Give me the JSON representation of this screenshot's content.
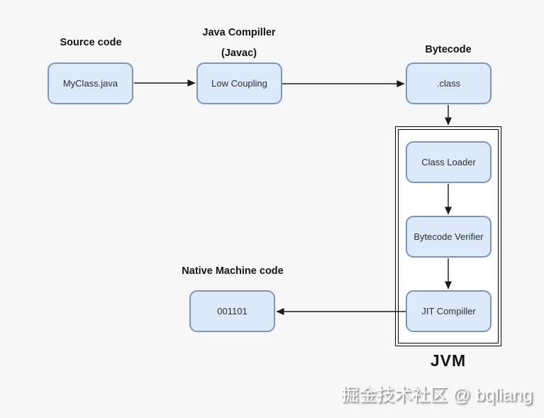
{
  "diagram": {
    "captions": {
      "source_code": "Source code",
      "java_compiler_line1": "Java Compiller",
      "java_compiler_line2": "(Javac)",
      "bytecode": "Bytecode",
      "native_machine_code": "Native Machine code",
      "jvm": "JVM"
    },
    "nodes": {
      "source_file": "MyClass.java",
      "compiler": "Low Coupling",
      "bytecode_file": ".class",
      "class_loader": "Class Loader",
      "bytecode_verifier": "Bytecode Verifier",
      "jit_compiler": "JIT Compiller",
      "native_code": "001101"
    },
    "watermark": "掘金技术社区 @ bqliang",
    "colors": {
      "background": "#f7f7f7",
      "node_fill": "#dbe9fa",
      "node_border": "#7d96b8",
      "jvm_fill": "#ffffff",
      "jvm_border": "#000000",
      "arrow": "#1a1a1a"
    }
  }
}
